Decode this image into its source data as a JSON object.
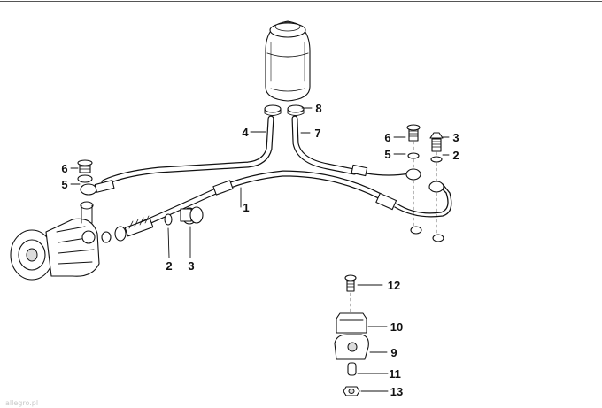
{
  "diagram": {
    "callouts": {
      "c1": "1",
      "c2_left": "2",
      "c3_left": "3",
      "c4": "4",
      "c5_left": "5",
      "c6_left": "6",
      "c7": "7",
      "c8": "8",
      "c6_right": "6",
      "c3_right": "3",
      "c5_right": "5",
      "c2_right": "2",
      "c12": "12",
      "c10": "10",
      "c9": "9",
      "c11": "11",
      "c13": "13"
    },
    "watermark": "allegro.pl"
  },
  "colors": {
    "ink": "#111111",
    "background": "#ffffff",
    "shade": "#dcdcdc"
  }
}
